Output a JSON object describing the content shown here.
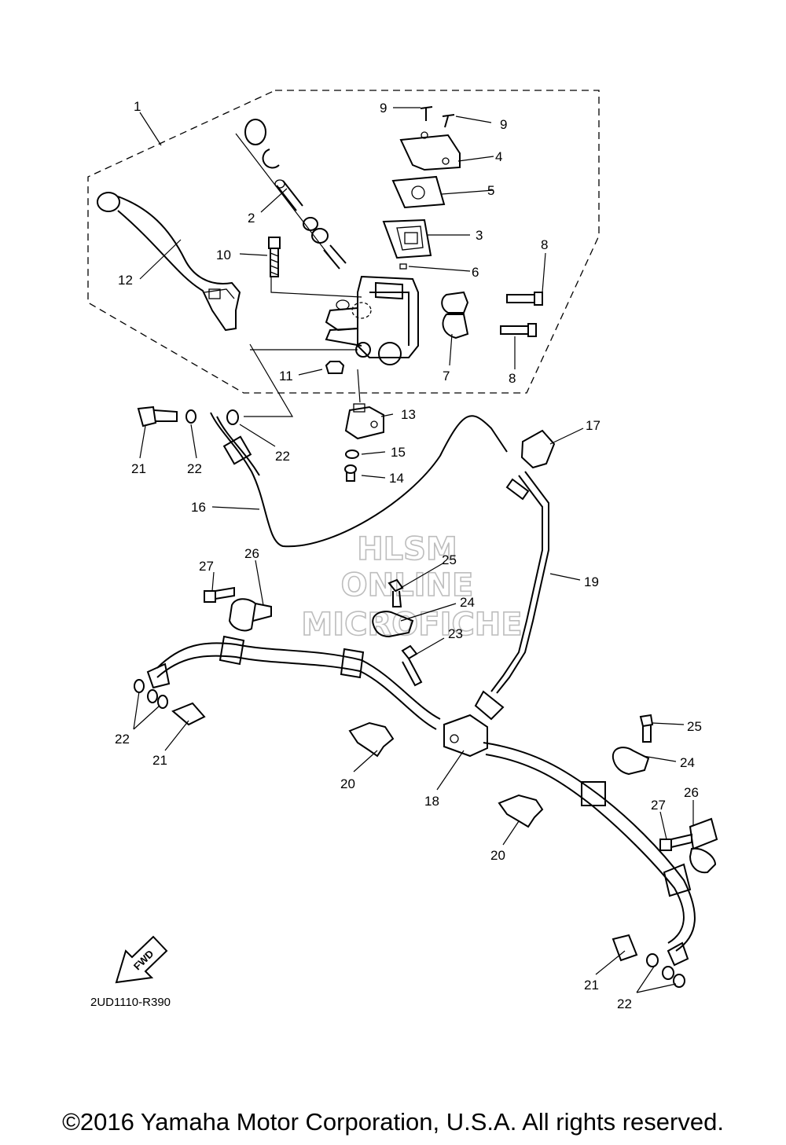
{
  "diagram": {
    "code": "2UD1110-R390",
    "fwd_label": "FWD",
    "copyright": "©2016 Yamaha Motor Corporation, U.S.A. All rights reserved.",
    "watermark": [
      "HLSM",
      "ONLINE",
      "MICROFICHE"
    ],
    "callouts": {
      "p1": "1",
      "p2": "2",
      "p3": "3",
      "p4": "4",
      "p5": "5",
      "p6": "6",
      "p7": "7",
      "p8a": "8",
      "p8b": "8",
      "p9a": "9",
      "p9b": "9",
      "p10": "10",
      "p11": "11",
      "p12": "12",
      "p13": "13",
      "p14": "14",
      "p15": "15",
      "p16": "16",
      "p17": "17",
      "p18": "18",
      "p19": "19",
      "p20a": "20",
      "p20b": "20",
      "p21a": "21",
      "p21b": "21",
      "p21c": "21",
      "p22a": "22",
      "p22b": "22",
      "p22c": "22",
      "p22d": "22",
      "p23": "23",
      "p24a": "24",
      "p24b": "24",
      "p25a": "25",
      "p25b": "25",
      "p26a": "26",
      "p26b": "26",
      "p27a": "27",
      "p27b": "27"
    }
  }
}
